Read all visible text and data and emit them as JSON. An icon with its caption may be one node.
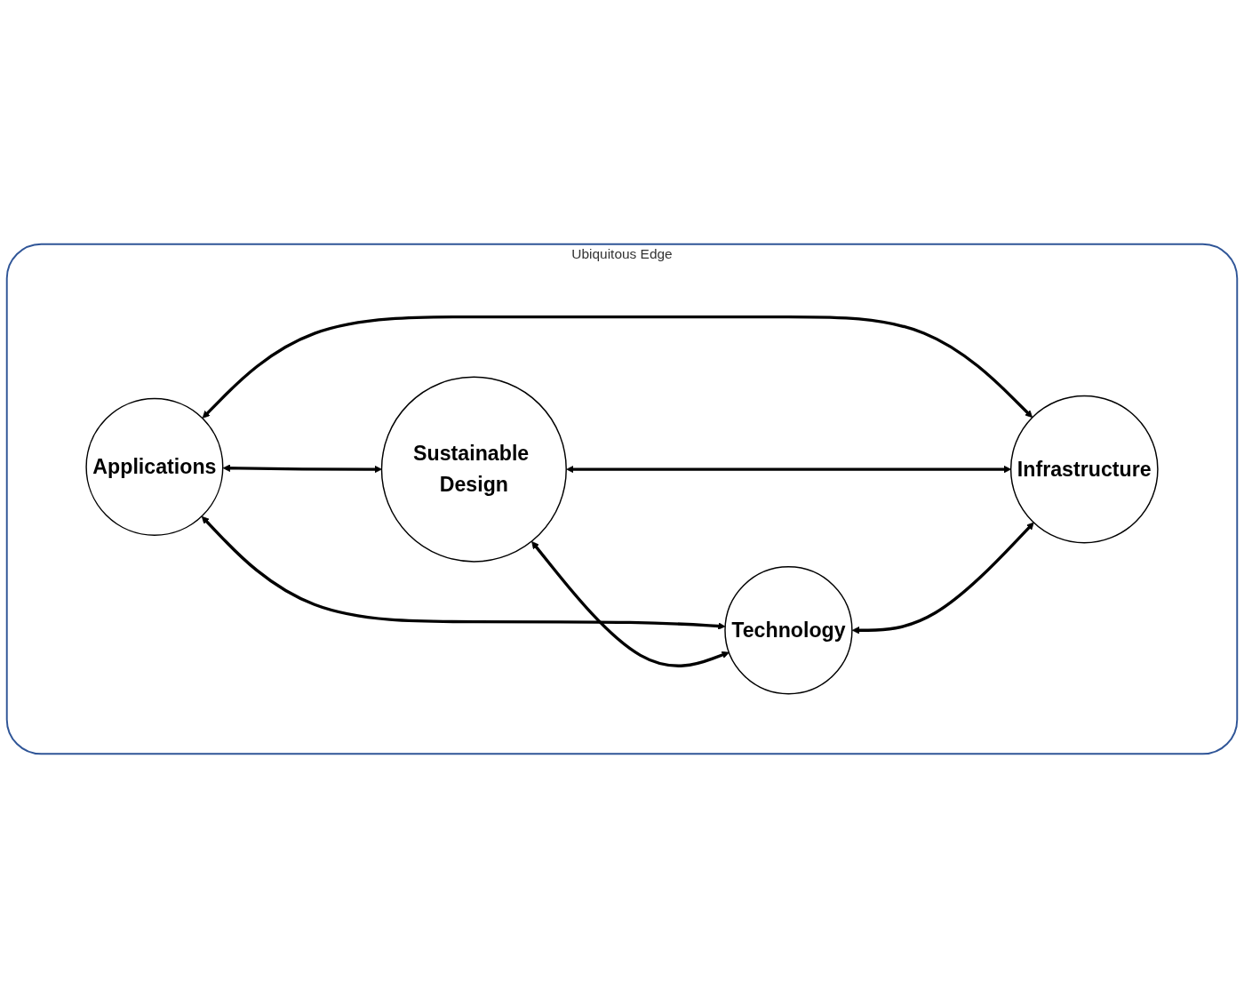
{
  "diagram": {
    "nodes": [
      {
        "text": [
          "Ubiquitous Edge"
        ]
      },
      {
        "text": [
          "Applications"
        ],
        "in": 0
      },
      {
        "text": [
          "Sustainable Design"
        ],
        "in": 0
      },
      {
        "text": [
          "Technology"
        ],
        "in": 0
      },
      {
        "text": [
          "Infrastructure"
        ],
        "in": 0
      }
    ],
    "edges": [
      {
        "from": 1,
        "to": 2,
        "arrow": "both"
      },
      {
        "from": 1,
        "to": 3,
        "arrow": "both"
      },
      {
        "from": 1,
        "to": 4,
        "arrow": "both"
      },
      {
        "from": 2,
        "to": 3,
        "arrow": "both"
      },
      {
        "from": 2,
        "to": 4,
        "arrow": "both"
      },
      {
        "from": 3,
        "to": 4,
        "arrow": "both"
      }
    ]
  }
}
